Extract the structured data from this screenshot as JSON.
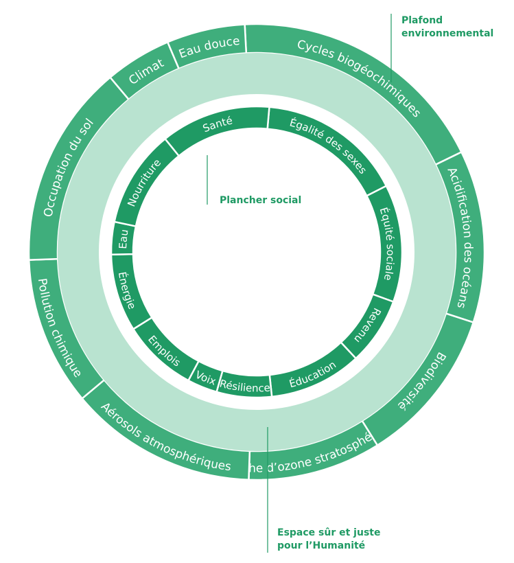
{
  "colors": {
    "ring": "#3fae7c",
    "inner_ring": "#1f9a64",
    "safe_space": "#b9e3d0",
    "text_accent": "#1f9a64",
    "divider": "#ffffff"
  },
  "outer_ring": {
    "segments": [
      {
        "label": "Cycles biogéochimiques"
      },
      {
        "label": "Acidification des océans"
      },
      {
        "label": "Biodiversité"
      },
      {
        "label": "Couche d’ozone stratosphérique"
      },
      {
        "label": "Aérosols atmosphériques"
      },
      {
        "label": "Pollution chimique"
      },
      {
        "label": "Occupation du sol"
      },
      {
        "label": "Climat"
      },
      {
        "label": "Eau douce"
      }
    ]
  },
  "inner_ring": {
    "segments": [
      {
        "label": "Égalité des sexes"
      },
      {
        "label": "Équité sociale"
      },
      {
        "label": "Revenu"
      },
      {
        "label": "Éducation"
      },
      {
        "label": "Résilience"
      },
      {
        "label": "Voix"
      },
      {
        "label": "Emplois"
      },
      {
        "label": "Énergie"
      },
      {
        "label": "Eau"
      },
      {
        "label": "Nourriture"
      },
      {
        "label": "Santé"
      }
    ]
  },
  "callouts": {
    "plafond": "Plafond\nenvironnemental",
    "plancher": "Plancher social",
    "espace": "Espace sûr et juste\npour l’Humanité"
  }
}
